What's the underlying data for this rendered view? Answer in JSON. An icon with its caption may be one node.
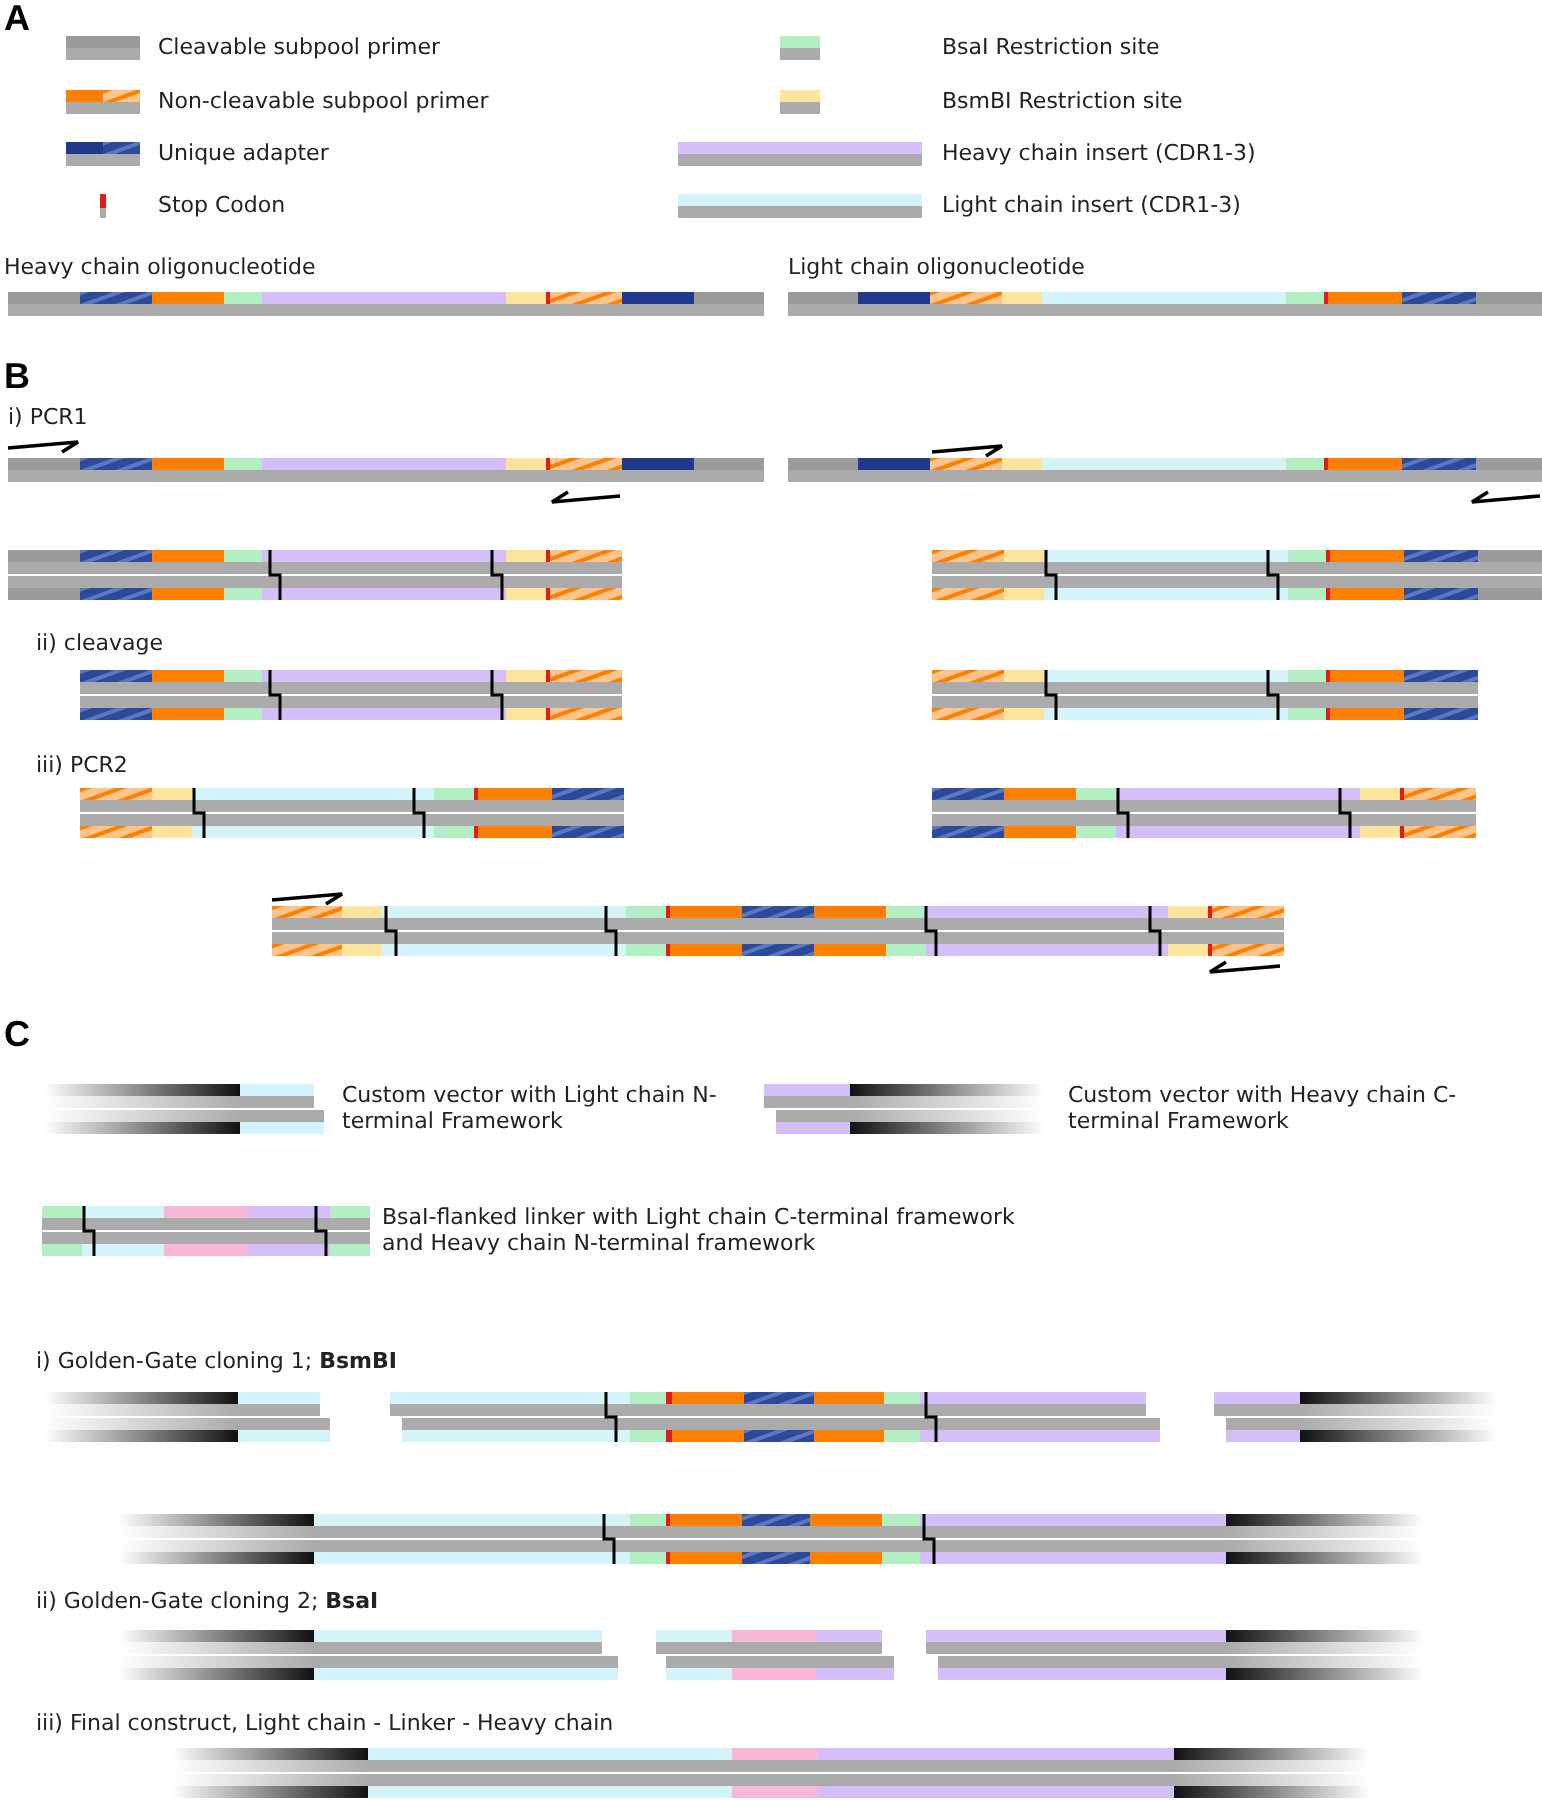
{
  "diagram": {
    "labels": [
      "A",
      "Heavy chain oligonucleotide",
      "Light chain oligonucleotide",
      "B",
      "i) PCR1",
      "ii) cleavage",
      "iii) PCR2",
      "C",
      "Custom vector with Light chain N-terminal Framework",
      "Custom vector with Heavy chain C-terminal Framework",
      "BsaI-flanked linker with Light chain C-terminal framework and Heavy chain N-terminal framework",
      "i) Golden-Gate cloning 1; **BsmBI**",
      "ii) Golden-Gate cloning 2; **BsaI**",
      "iii) Final construct, Light chain - Linker - Heavy chain"
    ],
    "legend": [
      {
        "text": "Cleavable subpool primer",
        "color": "#9b9b9b"
      },
      {
        "text": "Non-cleavable subpool primer"
      },
      {
        "text": "Unique adapter"
      },
      {
        "text": "Stop Codon"
      },
      {
        "text": "BsaI Restriction site",
        "color": "#b4efc4"
      },
      {
        "text": "BsmBI Restriction site",
        "color": "#fde49c"
      },
      {
        "text": "Heavy chain insert (CDR1-3)",
        "color": "#d5bef8"
      },
      {
        "text": "Light chain insert (CDR1-3)",
        "color": "#d5f3fb"
      }
    ]
  }
}
